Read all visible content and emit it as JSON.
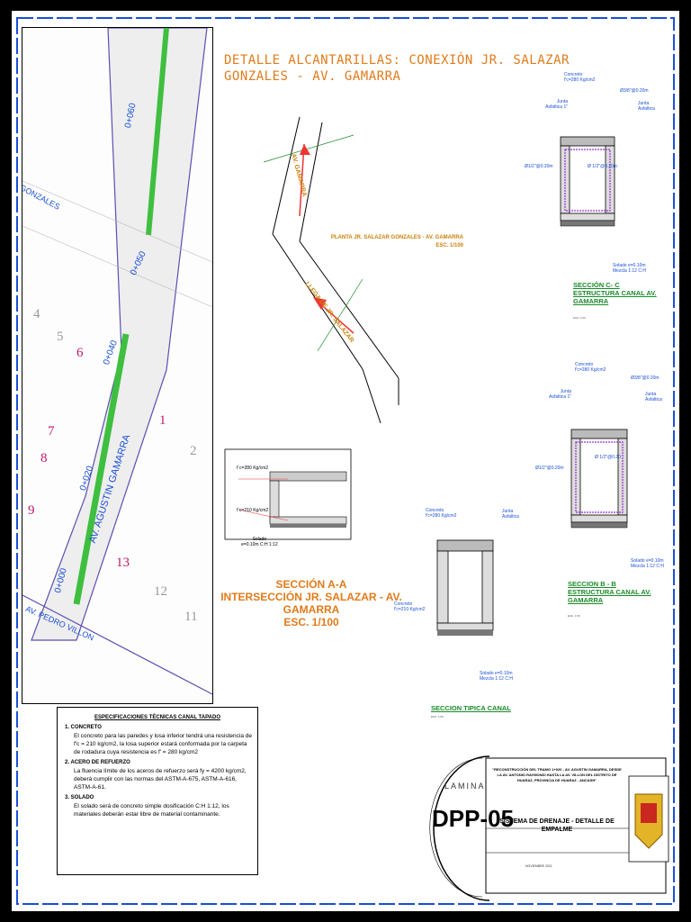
{
  "title": {
    "line1": "DETALLE ALCANTARILLAS: CONEXIÓN JR. SALAZAR",
    "line2": "GONZALES - AV. GAMARRA"
  },
  "map": {
    "labels": {
      "gonzales": "GONZALES",
      "gamarra": "AV. AGUSTIN GAMARRA",
      "pedro_villon": "AV. PEDRO VILLON",
      "km_060": "0+060",
      "km_050": "0+050",
      "km_040": "0+040",
      "km_020": "0+020",
      "km_000": "0+000"
    },
    "lot_numbers": [
      "4",
      "5",
      "6",
      "7",
      "8",
      "9",
      "1",
      "13",
      "12",
      "11",
      "2"
    ]
  },
  "plan": {
    "caption_line1": "PLANTA JR. SALAZAR GONZALES - AV. GAMARRA",
    "caption_line2": "ESC. 1/100",
    "arrow1": "AV. GAMARRA",
    "arrow2": "LLEGA DE JR. SALAZAR"
  },
  "section_aa": {
    "label_fc280": "f`c=280 Kg/cm2",
    "label_fc210": "f`c=210 Kg/cm2",
    "label_solado1": "Solado",
    "label_solado2": "e=0.10m C:H 1:12",
    "title_line1": "SECCIÓN A-A",
    "title_line2": "INTERSECCIÓN JR. SALAZAR - AV. GAMARRA",
    "title_line3": "ESC. 1/100"
  },
  "section_cc": {
    "concreto": "Concreto",
    "fc280": "f'c=280 Kg/cm2",
    "acero1": "Ø3/8\"@0.20m",
    "junta_asf1": "Junta",
    "junta_asf1b": "Asfaltica 1\"",
    "junta2": "Junta",
    "junta2b": "Asfaltica",
    "acero2": "Ø1/2\"@0.20m",
    "acero3": "Ø 1/2\"@0.20m",
    "solado": "Solado e=0.10m",
    "mezcla": "Mezcla 1:12 C:H",
    "title_line1": "SECCIÓN C- C",
    "title_line2": "ESTRUCTURA CANAL AV.",
    "title_line3": "GAMARRA",
    "scale": "ESC. 1:50"
  },
  "section_bb": {
    "concreto": "Concreto",
    "fc280": "f'c=280 Kg/cm2",
    "acero1": "Ø3/8\"@0.20m",
    "junta_asf1": "Junta",
    "junta_asf1b": "Asfaltica 1\"",
    "junta2": "Junta",
    "junta2b": "Asfaltica",
    "acero2": "Ø1/2\"@0.20m",
    "acero3": "Ø 1/2\"@0.20",
    "solado": "Solado e=0.10m",
    "mezcla": "Mezcla 1:12 C:H",
    "title_line1": "SECCION B - B",
    "title_line2": "ESTRUCTURA CANAL AV.",
    "title_line3": "GAMARRA",
    "scale": "ESC. 1:50"
  },
  "section_tipica": {
    "concreto": "Concreto",
    "fc280": "f'c=280 Kg/cm2",
    "junta": "Junta",
    "junta_b": "Asfaltica",
    "concreto2": "Concreto",
    "fc210": "f'c=210 Kg/cm2",
    "solado": "Solado e=0.10m",
    "mezcla": "Mezcla 1:12 C:H",
    "title": "SECCION TIPICA CANAL",
    "scale": "ESC. 1:50"
  },
  "specs": {
    "heading": "ESPECIFICACIONES TÉCNICAS CANAL TAPADO",
    "items": [
      {
        "title": "1.  CONCRETO",
        "body": "El concreto para las paredes y losa inferior tendrá una resistencia de f'c = 210 kg/cm2, la losa superior estará conformada por la carpeta de rodadura cuya resistencia es f' = 280 kg/cm2"
      },
      {
        "title": "2.  ACERO DE REFUERZO",
        "body": "La fluencia límite de los aceros de refuerzo será fy = 4200 kg/cm2, deberá cumplir con las normas del ASTM-A-675, ASTM-A-616, ASTM-A-61."
      },
      {
        "title": "3.  SOLADO",
        "body": "El solado será de concreto simple dosificación C:H 1:12, los materiales deberán estar libre de material contaminante."
      }
    ]
  },
  "title_block": {
    "lamina_label": "LAMINA",
    "sheet_code": "DPP-05",
    "project": "\"RECONSTRUCCIÓN DEL TRAMO 1+020 - AV. AGUSTIN GAMARRA, DESDE LA AV. ANTONIO RAYMONDI HASTA LA AV. VILLON DEL DISTRITO DE HUARAZ, PROVINCIA DE HUARAZ - ANCASH\"",
    "drawing_line1": "SISTEMA DE DRENAJE - DETALLE DE",
    "drawing_line2": "EMPALME",
    "date": "NOVIEMBRE 2021"
  },
  "colors": {
    "accent_orange": "#e07b1a",
    "accent_green": "#1a8a2a",
    "border_blue": "#1a4fd6",
    "road_green": "#3fbf3f",
    "lot_magenta": "#c0186a",
    "rebar_purple": "#9b2fd6"
  }
}
